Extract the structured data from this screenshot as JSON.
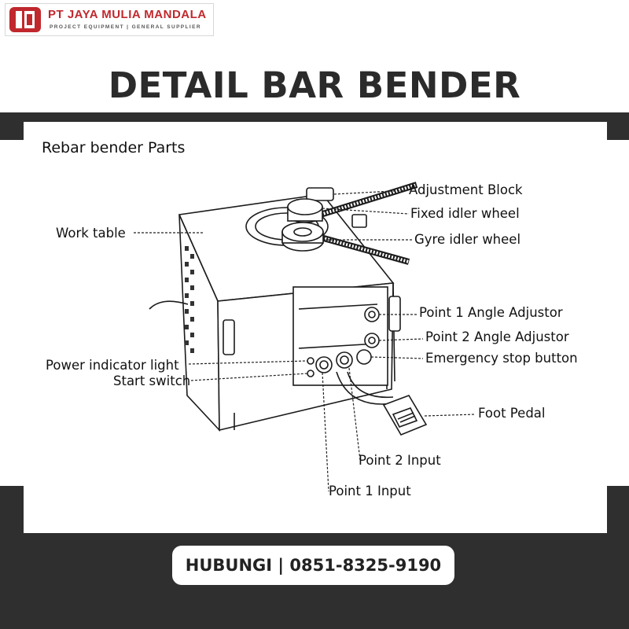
{
  "brand": {
    "name": "PT JAYA MULIA MANDALA",
    "tagline": "PROJECT EQUIPMENT | GENERAL SUPPLIER",
    "color": "#c0282d"
  },
  "page_title": "DETAIL BAR BENDER",
  "diagram": {
    "heading": "Rebar bender Parts",
    "labels": {
      "adjustment_block": "Adjustment Block",
      "fixed_idler_wheel": "Fixed idler wheel",
      "gyre_idler_wheel": "Gyre idler wheel",
      "work_table": "Work table",
      "point1_angle_adjustor": "Point 1 Angle Adjustor",
      "point2_angle_adjustor": "Point 2 Angle  Adjustor",
      "emergency_stop_button": "Emergency stop button",
      "power_indicator_light": "Power indicator light",
      "start_switch": "Start switch",
      "foot_pedal": "Foot Pedal",
      "point2_input": "Point 2 Input",
      "point1_input": "Point 1 Input"
    }
  },
  "contact": "HUBUNGI | 0851-8325-9190",
  "colors": {
    "dark_band": "#2f2f2f",
    "ink": "#1b1b1b"
  }
}
